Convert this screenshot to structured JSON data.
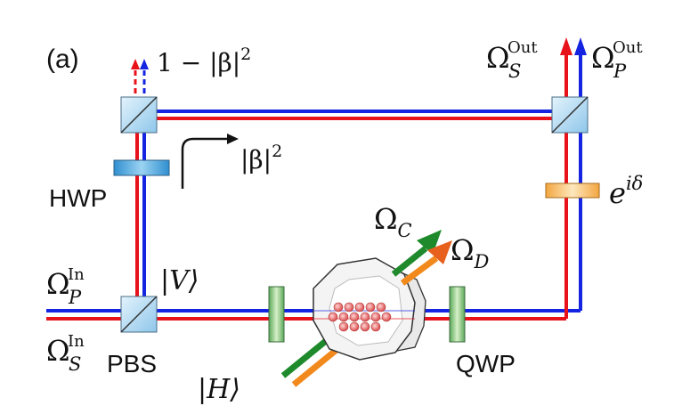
{
  "panel_label": "(a)",
  "labels": {
    "hwp": "HWP",
    "pbs": "PBS",
    "qwp": "QWP",
    "ket_v": "|V⟩",
    "ket_h": "|H⟩",
    "one_minus_beta_pre": "1 − |β|",
    "one_minus_beta_exp": "2",
    "beta_sq_base": "|β|",
    "beta_sq_exp": "2",
    "omega": "Ω",
    "sub_c": "C",
    "sub_d": "D",
    "sub_s": "S",
    "sub_p": "P",
    "sup_in": "In",
    "sup_out": "Out",
    "phase_base": "e",
    "phase_exp": "iδ"
  },
  "colors": {
    "probe_beam": "#e8121b",
    "signal_beam": "#1424e0",
    "control_beam": "#1e8a2c",
    "drive_beam": "#f0781e",
    "beam_splitter": "#9fd0ee",
    "waveplate_green": "#8cc47a",
    "phase_plate": "#f2b35a",
    "atoms": "#e46a6a"
  }
}
